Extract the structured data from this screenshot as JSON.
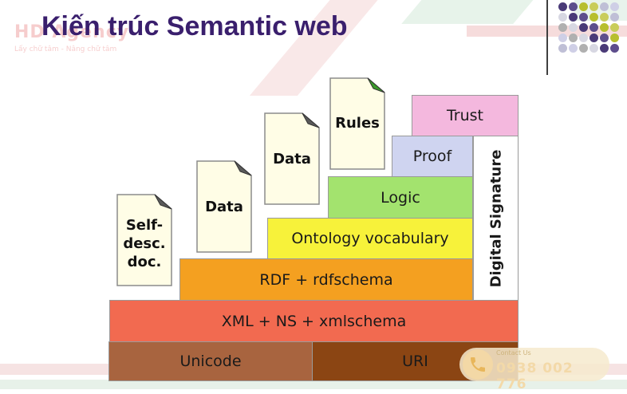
{
  "slide": {
    "title": "Kiến trúc Semantic web",
    "watermark": {
      "name": "HD Agency",
      "slogan": "Lấy chữ tâm - Nâng chữ tâm"
    },
    "contact": {
      "label": "Contact Us",
      "phone": "0938 002 776"
    }
  },
  "diagram": {
    "layers": [
      {
        "label": "Unicode",
        "color": "#a8643f"
      },
      {
        "label": "URI",
        "color": "#8b4513"
      },
      {
        "label": "XML + NS + xmlschema",
        "color": "#f26a50"
      },
      {
        "label": "RDF + rdfschema",
        "color": "#f4a020"
      },
      {
        "label": "Ontology vocabulary",
        "color": "#f7f23a"
      },
      {
        "label": "Logic",
        "color": "#a3e36e"
      },
      {
        "label": "Proof",
        "color": "#cfd4f0"
      },
      {
        "label": "Trust",
        "color": "#f4b8de"
      },
      {
        "label": "Digital Signature",
        "color": "#ffffff"
      }
    ],
    "documents": [
      {
        "lines": [
          "Self-",
          "desc.",
          "doc."
        ],
        "fold_color": "#5a5a5a"
      },
      {
        "lines": [
          "Data"
        ],
        "fold_color": "#5a5a5a"
      },
      {
        "lines": [
          "Data"
        ],
        "fold_color": "#5a5a5a"
      },
      {
        "lines": [
          "Rules"
        ],
        "fold_color": "#3a9a2a"
      }
    ],
    "document_fill": "#fffde6"
  },
  "decor": {
    "dots": [
      "#4a3a78",
      "#5d4d8c",
      "#b7bf2e",
      "#c9cd5a",
      "#bfbfd6",
      "#cfcfe6",
      "#b0b0b0",
      "#d7d7e2"
    ]
  }
}
